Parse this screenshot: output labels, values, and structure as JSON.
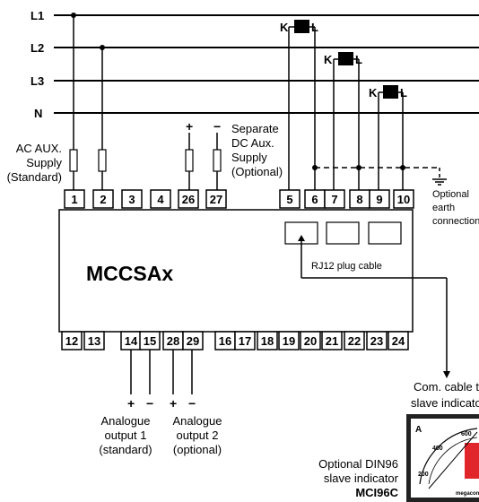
{
  "lines": {
    "l1": "L1",
    "l2": "L2",
    "l3": "L3",
    "n": "N"
  },
  "ct": {
    "k": "K",
    "l": "L"
  },
  "supply": {
    "ac_line1": "AC AUX.",
    "ac_line2": "Supply",
    "ac_line3": "(Standard)",
    "plus": "+",
    "minus": "−",
    "dc_line1": "Separate",
    "dc_line2": "DC Aux.",
    "dc_line3": "Supply",
    "dc_line4": "(Optional)"
  },
  "earth": {
    "line1": "Optional",
    "line2": "earth",
    "line3": "connection"
  },
  "device": {
    "name": "MCCSAx",
    "rj12": "RJ12 plug cable"
  },
  "terminals_top": [
    "1",
    "2",
    "3",
    "4",
    "26",
    "27",
    "5",
    "6",
    "7",
    "8",
    "9",
    "10"
  ],
  "terminals_bottom": [
    "12",
    "13",
    "14",
    "15",
    "28",
    "29",
    "16",
    "17",
    "18",
    "19",
    "20",
    "21",
    "22",
    "23",
    "24"
  ],
  "analogue": {
    "plus": "+",
    "minus": "−",
    "out1_line1": "Analogue",
    "out1_line2": "output 1",
    "out1_line3": "(standard)",
    "out2_line1": "Analogue",
    "out2_line2": "output 2",
    "out2_line3": "(optional)"
  },
  "com": {
    "line1": "Com. cable to",
    "line2": "slave indicator"
  },
  "slave": {
    "line1": "Optional DIN96",
    "line2": "slave indicator",
    "model": "MCI96C"
  },
  "meter": {
    "unit": "A",
    "ticks": [
      "200",
      "400",
      "600"
    ],
    "brand": "megacon"
  }
}
